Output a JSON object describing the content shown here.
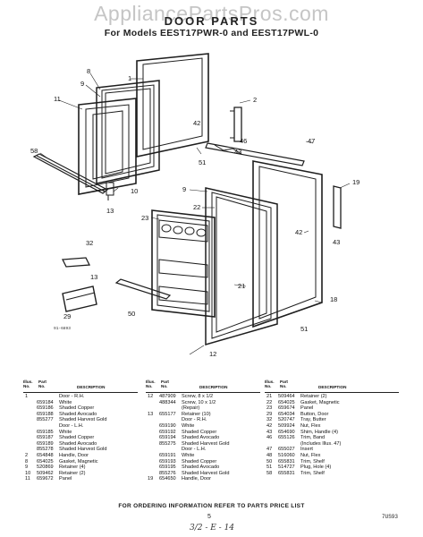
{
  "watermark": "AppliancePartsPros.com",
  "header": {
    "title": "DOOR PARTS",
    "subtitle": "For Models EEST17PWR-0 and EEST17PWL-0"
  },
  "diagram": {
    "callouts": [
      "1",
      "2",
      "8",
      "9",
      "10",
      "11",
      "12",
      "13",
      "18",
      "19",
      "21",
      "22",
      "23",
      "29",
      "32",
      "42",
      "43",
      "46",
      "47",
      "50",
      "51",
      "58"
    ],
    "drawing_code": "91-6893"
  },
  "table": {
    "headers": {
      "illus": "Illus. No.",
      "part": "Part No.",
      "desc": "DESCRIPTION"
    },
    "columns": [
      [
        {
          "illus": "1",
          "part": "",
          "desc": "Door - R.H."
        },
        {
          "illus": "",
          "part": "659184",
          "desc": "White"
        },
        {
          "illus": "",
          "part": "659186",
          "desc": "Shaded Copper"
        },
        {
          "illus": "",
          "part": "659188",
          "desc": "Shaded Avocado"
        },
        {
          "illus": "",
          "part": "855277",
          "desc": "Shaded Harvest Gold"
        },
        {
          "illus": "",
          "part": "",
          "desc": "Door - L.H."
        },
        {
          "illus": "",
          "part": "659185",
          "desc": "White"
        },
        {
          "illus": "",
          "part": "659187",
          "desc": "Shaded Copper"
        },
        {
          "illus": "",
          "part": "659189",
          "desc": "Shaded Avocado"
        },
        {
          "illus": "",
          "part": "855278",
          "desc": "Shaded Harvest Gold"
        },
        {
          "illus": "2",
          "part": "654848",
          "desc": "Handle, Door"
        },
        {
          "illus": "8",
          "part": "654025",
          "desc": "Gasket, Magnetic"
        },
        {
          "illus": "9",
          "part": "520869",
          "desc": "Retainer (4)"
        },
        {
          "illus": "10",
          "part": "509462",
          "desc": "Retainer (2)"
        },
        {
          "illus": "11",
          "part": "659672",
          "desc": "Panel"
        }
      ],
      [
        {
          "illus": "12",
          "part": "487909",
          "desc": "Screw, 8 x 1/2"
        },
        {
          "illus": "",
          "part": "488344",
          "desc": "Screw, 10 x 1/2"
        },
        {
          "illus": "",
          "part": "",
          "desc": "(Repair)"
        },
        {
          "illus": "13",
          "part": "655177",
          "desc": "Retainer (10)"
        },
        {
          "illus": "",
          "part": "",
          "desc": "Door - R.H."
        },
        {
          "illus": "",
          "part": "659190",
          "desc": "White"
        },
        {
          "illus": "",
          "part": "659192",
          "desc": "Shaded Copper"
        },
        {
          "illus": "",
          "part": "659194",
          "desc": "Shaded Avocado"
        },
        {
          "illus": "",
          "part": "855275",
          "desc": "Shaded Harvest Gold"
        },
        {
          "illus": "",
          "part": "",
          "desc": "Door - L.H."
        },
        {
          "illus": "",
          "part": "659191",
          "desc": "White"
        },
        {
          "illus": "",
          "part": "659193",
          "desc": "Shaded Copper"
        },
        {
          "illus": "",
          "part": "659195",
          "desc": "Shaded Avocado"
        },
        {
          "illus": "",
          "part": "855276",
          "desc": "Shaded Harvest Gold"
        },
        {
          "illus": "19",
          "part": "654650",
          "desc": "Handle, Door"
        }
      ],
      [
        {
          "illus": "21",
          "part": "509464",
          "desc": "Retainer (2)"
        },
        {
          "illus": "22",
          "part": "654025",
          "desc": "Gasket, Magnetic"
        },
        {
          "illus": "23",
          "part": "659674",
          "desc": "Panel"
        },
        {
          "illus": "29",
          "part": "654034",
          "desc": "Button, Door"
        },
        {
          "illus": "32",
          "part": "520747",
          "desc": "Tray, Butter"
        },
        {
          "illus": "42",
          "part": "509924",
          "desc": "Nut, Flex"
        },
        {
          "illus": "43",
          "part": "654690",
          "desc": "Shim, Handle (4)"
        },
        {
          "illus": "46",
          "part": "655126",
          "desc": "Trim, Band"
        },
        {
          "illus": "",
          "part": "",
          "desc": "(Includes Illus. 47)"
        },
        {
          "illus": "47",
          "part": "655027",
          "desc": "Insert"
        },
        {
          "illus": "48",
          "part": "516060",
          "desc": "Nut, Flex"
        },
        {
          "illus": "50",
          "part": "655831",
          "desc": "Trim, Shelf"
        },
        {
          "illus": "51",
          "part": "514727",
          "desc": "Plug, Hole (4)"
        },
        {
          "illus": "58",
          "part": "655831",
          "desc": "Trim, Shelf"
        }
      ]
    ]
  },
  "footer": {
    "ordering_note": "FOR ORDERING INFORMATION REFER TO PARTS PRICE LIST",
    "page_number": "5",
    "page_code": "7US93",
    "handwritten": "3/2 - E - 14"
  }
}
